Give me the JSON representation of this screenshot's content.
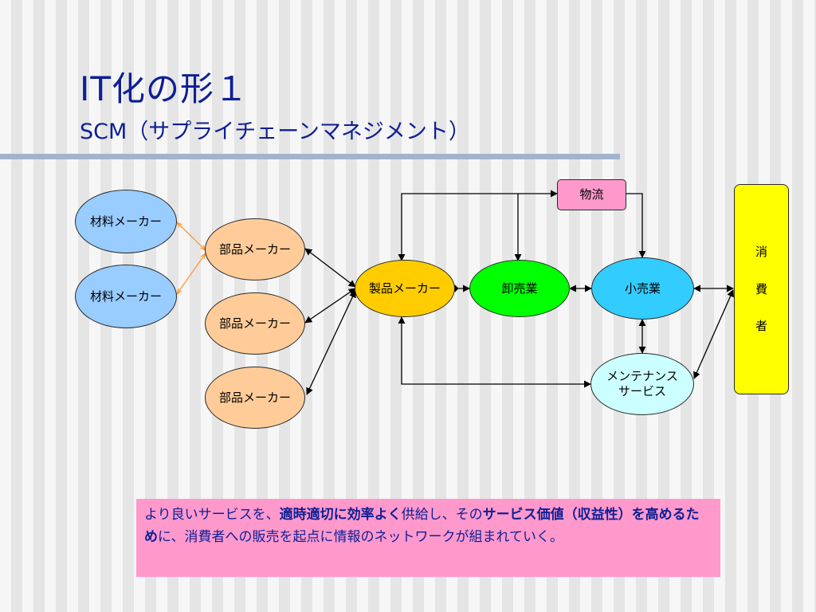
{
  "slide": {
    "title": "IT化の形１",
    "subtitle": "SCM（サプライチェーンマネジメント）"
  },
  "nodes": {
    "material_maker_1": "材料メーカー",
    "material_maker_2": "材料メーカー",
    "parts_maker_1": "部品メーカー",
    "parts_maker_2": "部品メーカー",
    "parts_maker_3": "部品メーカー",
    "product_maker": "製品メーカー",
    "wholesale": "卸売業",
    "retail": "小売業",
    "logistics": "物流",
    "maintenance_line1": "メンテナンス",
    "maintenance_line2": "サービス",
    "consumer_chars": [
      "消",
      "費",
      "者"
    ]
  },
  "note": {
    "part1": "より良いサービスを、",
    "part2_bold": "適時適切に効率よく",
    "part3": "供給し、その",
    "part4_bold": "サービス価値（収益性）を高めるため",
    "part5": "に、消費者への販売を起点に情報のネットワークが組まれていく。"
  },
  "colors": {
    "title": "#0e1f94",
    "material_maker": "#99ccff",
    "parts_maker": "#ffcc99",
    "product_maker": "#ffcc00",
    "wholesale": "#00ff00",
    "retail": "#33ccff",
    "maintenance": "#ccffff",
    "logistics": "#ff99cc",
    "consumer": "#ffff00",
    "note_bg": "#ff99cc",
    "material_link": "#ff9933"
  }
}
